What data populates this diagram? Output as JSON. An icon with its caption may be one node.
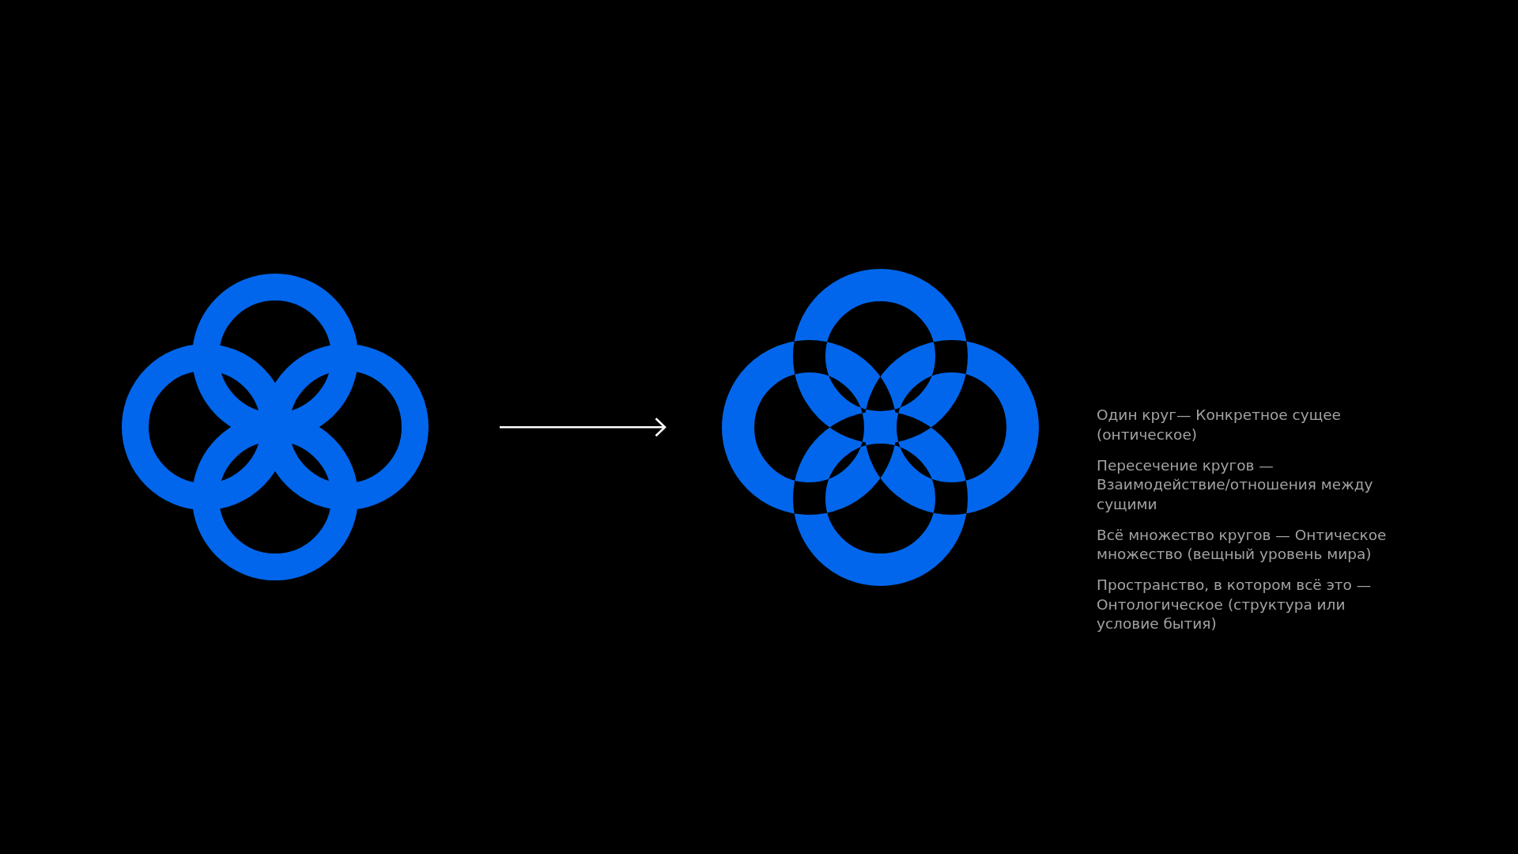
{
  "diagram": {
    "nodes": [
      {
        "text": [],
        "shape": "picture"
      },
      {
        "text": [],
        "shape": "picture"
      }
    ],
    "edges": [
      {
        "from": 0,
        "to": 1,
        "arrow": "to"
      }
    ],
    "labels": [
      "Один круг— Конкретное сущее (онтическое)",
      "Пересечение кругов — Взаимодействие/отношения между сущими",
      "Всё множество кругов — Онтическое множество (вещный уровень мира)",
      "Пространство, в котором всё это — Онтологическое (структура или условие бытия)"
    ]
  }
}
